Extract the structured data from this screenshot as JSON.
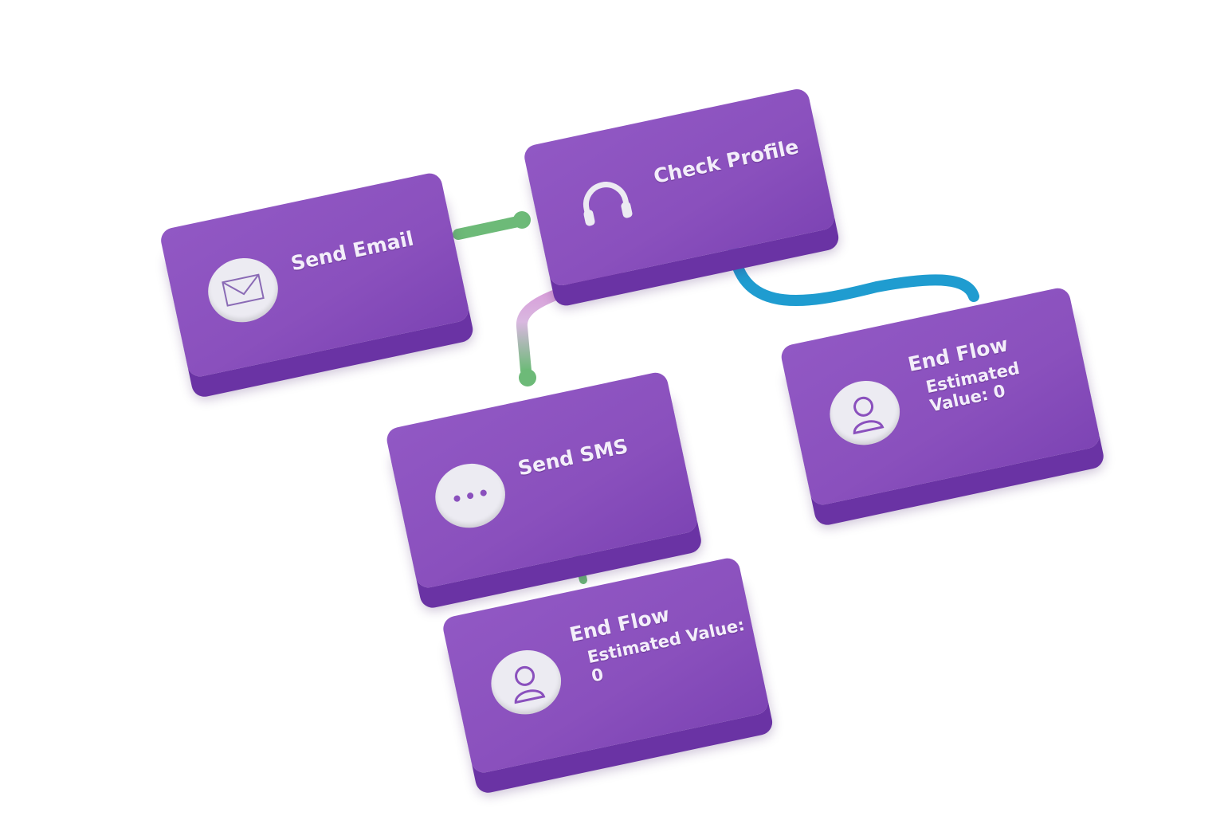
{
  "nodes": {
    "send_email": {
      "label": "Send Email",
      "icon": "mail-icon"
    },
    "check_profile": {
      "label": "Check Profile",
      "icon": "headset-icon"
    },
    "send_sms": {
      "label": "Send SMS",
      "icon": "chat-dots-icon"
    },
    "end_flow_right": {
      "label": "End Flow",
      "sub": "Estimated Value: 0",
      "icon": "user-icon"
    },
    "end_flow_bottom": {
      "label": "End Flow",
      "sub": "Estimated Value: 0",
      "icon": "user-icon"
    }
  },
  "colors": {
    "block": "#8c52bf",
    "block_side": "#6a33a4",
    "green": "#6dba78",
    "blue": "#1f9cd0",
    "pink": "#d77ad0"
  }
}
